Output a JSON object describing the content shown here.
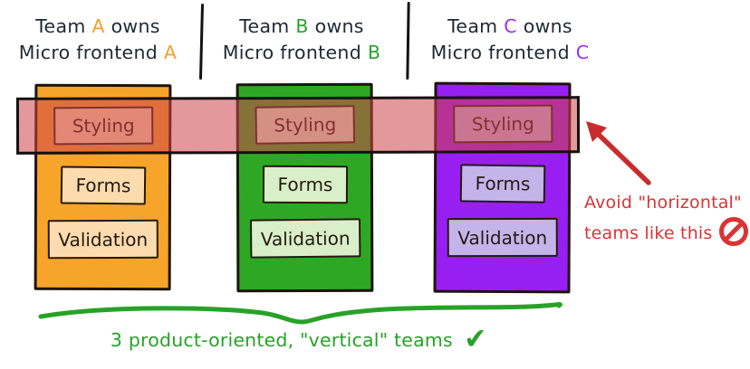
{
  "columns": [
    {
      "id": "A",
      "letter_color": "#F5A02B",
      "column_color": "#F7A42A",
      "box_fill": "#FBDCAE",
      "header": {
        "line1_pre": "Team",
        "line1_post": "owns",
        "line2_pre": "Micro frontend"
      },
      "boxes": [
        "Styling",
        "Forms",
        "Validation"
      ]
    },
    {
      "id": "B",
      "letter_color": "#28A228",
      "column_color": "#2EA824",
      "box_fill": "#D9EFC9",
      "header": {
        "line1_pre": "Team",
        "line1_post": "owns",
        "line2_pre": "Micro frontend"
      },
      "boxes": [
        "Styling",
        "Forms",
        "Validation"
      ]
    },
    {
      "id": "C",
      "letter_color": "#9B30F0",
      "column_color": "#981FF1",
      "box_fill": "#C4B4EA",
      "header": {
        "line1_pre": "Team",
        "line1_post": "owns",
        "line2_pre": "Micro frontend"
      },
      "boxes": [
        "Styling",
        "Forms",
        "Validation"
      ]
    }
  ],
  "band": {
    "fill": "rgba(208,68,73,0.55)",
    "border_color": "#121212"
  },
  "annotations": {
    "avoid": {
      "line1": "Avoid \"horizontal\"",
      "line2": "teams like this",
      "color": "#D93434",
      "arrow_color": "#C92C2C",
      "symbol": "no-entry"
    },
    "vertical": {
      "label": "3 product-oriented, \"vertical\" teams",
      "color": "#27A227",
      "check_glyph": "✔"
    }
  }
}
